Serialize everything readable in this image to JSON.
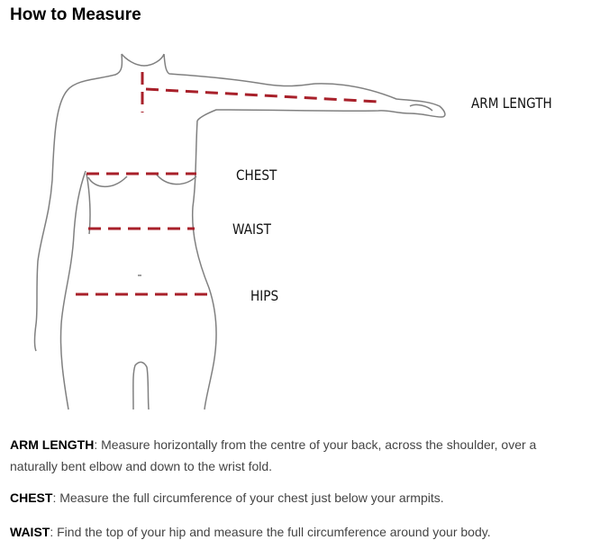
{
  "title": "How to Measure",
  "labels": {
    "arm": "ARM LENGTH",
    "chest": "CHEST",
    "waist": "WAIST",
    "hips": "HIPS"
  },
  "descriptions": [
    {
      "term": "ARM LENGTH",
      "text": ": Measure horizontally from the centre of your back, across the shoulder, over a naturally bent elbow and down to the wrist fold."
    },
    {
      "term": "CHEST",
      "text": ": Measure the full circumference of your chest just below your armpits."
    },
    {
      "term": "WAIST",
      "text": ": Find the top of your hip and measure the full circumference around your body."
    }
  ],
  "colors": {
    "dash": "#a8202a",
    "outline": "#808080"
  }
}
